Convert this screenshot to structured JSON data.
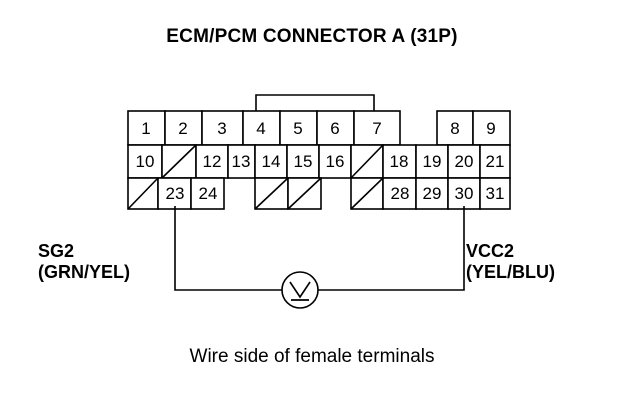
{
  "title": "ECM/PCM CONNECTOR A (31P)",
  "caption": "Wire side of female terminals",
  "left_label": {
    "line1": "SG2",
    "line2": "(GRN/YEL)"
  },
  "right_label": {
    "line1": "VCC2",
    "line2": "(YEL/BLU)"
  },
  "meter_symbol": "V",
  "connector": {
    "row1": [
      "1",
      "2",
      "3",
      "4",
      "5",
      "6",
      "7",
      "",
      "8",
      "9"
    ],
    "row2": [
      "10",
      "",
      "12",
      "13",
      "14",
      "15",
      "16",
      "",
      "18",
      "19",
      "20",
      "21"
    ],
    "row3": [
      "",
      "23",
      "24",
      "",
      "",
      "",
      "28",
      "29",
      "30",
      "31"
    ]
  }
}
